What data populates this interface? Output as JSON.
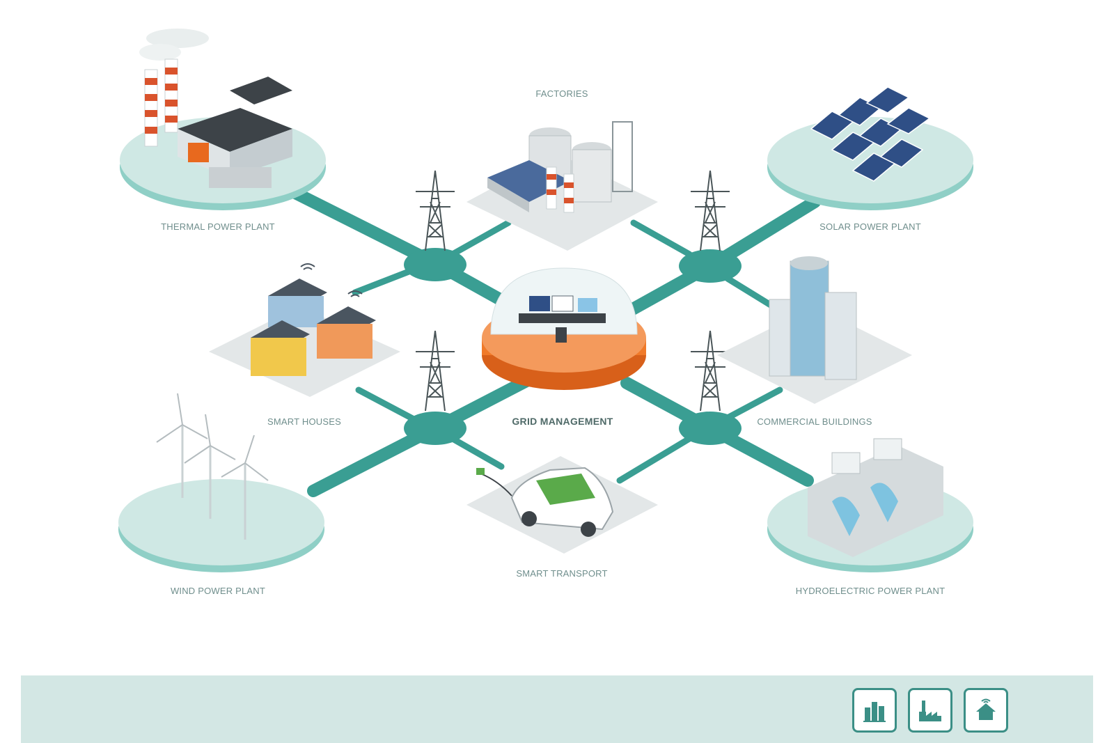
{
  "labels": {
    "thermal": "THERMAL POWER PLANT",
    "factories": "FACTORIES",
    "solar": "SOLAR POWER PLANT",
    "smart_houses": "SMART HOUSES",
    "grid": "GRID MANAGEMENT",
    "commercial": "COMMERCIAL BUILDINGS",
    "wind": "WIND POWER PLANT",
    "transport": "SMART TRANSPORT",
    "hydro": "HYDROELECTRIC POWER PLANT"
  },
  "footer": {
    "icons": [
      "city-buildings-icon",
      "factory-icon",
      "smart-home-icon"
    ]
  },
  "colors": {
    "connector": "#3a9e93",
    "node": "#3a9e93",
    "platform": "#cfe8e4",
    "platform_edge": "#8fcfc6",
    "grid_base": "#f07a2a",
    "footer_band": "#d3e7e4"
  }
}
